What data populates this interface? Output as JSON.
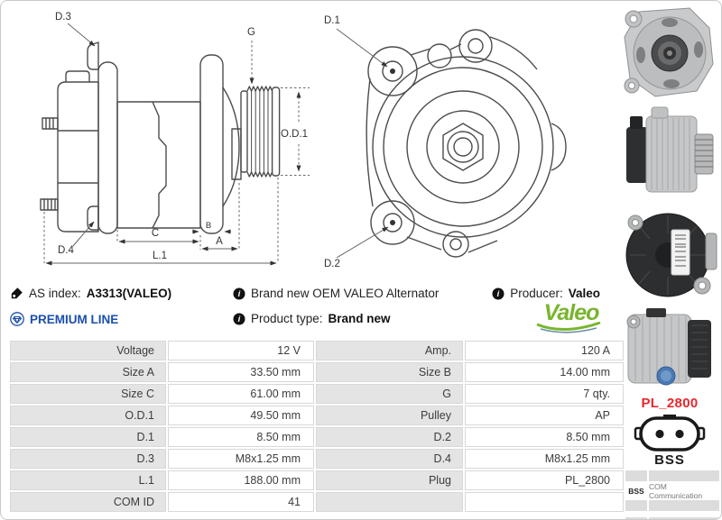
{
  "icons": {
    "info_glyph": "i"
  },
  "info": {
    "as_index": {
      "label": "AS index:",
      "value": "A3313(VALEO)"
    },
    "brand_text": "Brand new OEM VALEO Alternator",
    "producer": {
      "label": "Producer:",
      "value": "Valeo"
    },
    "premium_line": "PREMIUM LINE",
    "product_type": {
      "label": "Product type:",
      "value": "Brand new"
    },
    "logo_text": "Valeo"
  },
  "diagrams": {
    "side": {
      "labels": {
        "d3": "D.3",
        "g": "G",
        "od1": "O.D.1",
        "c": "C",
        "b": "B",
        "a": "A",
        "l1": "L.1",
        "d4": "D.4"
      }
    },
    "front": {
      "labels": {
        "d1": "D.1",
        "d2": "D.2"
      }
    }
  },
  "specs": {
    "rows": [
      {
        "l1": "Voltage",
        "v1": "12 V",
        "l2": "Amp.",
        "v2": "120 A"
      },
      {
        "l1": "Size A",
        "v1": "33.50 mm",
        "l2": "Size B",
        "v2": "14.00 mm"
      },
      {
        "l1": "Size C",
        "v1": "61.00 mm",
        "l2": "G",
        "v2": "7 qty."
      },
      {
        "l1": "O.D.1",
        "v1": "49.50 mm",
        "l2": "Pulley",
        "v2": "AP"
      },
      {
        "l1": "D.1",
        "v1": "8.50 mm",
        "l2": "D.2",
        "v2": "8.50 mm"
      },
      {
        "l1": "D.3",
        "v1": "M8x1.25 mm",
        "l2": "D.4",
        "v2": "M8x1.25 mm"
      },
      {
        "l1": "L.1",
        "v1": "188.00 mm",
        "l2": "Plug",
        "v2": "PL_2800"
      },
      {
        "l1": "COM ID",
        "v1": "41",
        "l2": "",
        "v2": ""
      }
    ]
  },
  "plug": {
    "name": "PL_2800",
    "type": "BSS"
  },
  "com_table": {
    "rows": [
      {
        "code": "",
        "desc": ""
      },
      {
        "code": "BSS",
        "desc": "COM Communication"
      },
      {
        "code": "",
        "desc": ""
      },
      {
        "code": "",
        "desc": ""
      }
    ]
  },
  "colors": {
    "premium_blue": "#1b4fad",
    "plug_red": "#e8262d",
    "valeo_green": "#79b52e"
  }
}
